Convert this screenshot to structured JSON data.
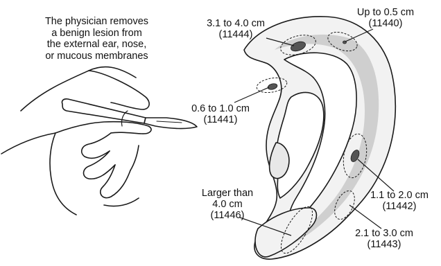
{
  "caption": {
    "line1": "The physician removes",
    "line2": "a benign lesion from",
    "line3": "the external ear, nose,",
    "line4": "or mucous membranes"
  },
  "lesions": [
    {
      "size": "Up to 0.5 cm",
      "code": "(11440)"
    },
    {
      "size": "3.1 to 4.0 cm",
      "code": "(11444)"
    },
    {
      "size": "0.6 to 1.0 cm",
      "code": "(11441)"
    },
    {
      "size": "1.1 to 2.0 cm",
      "code": "(11442)"
    },
    {
      "size": "Larger than",
      "size2": "4.0 cm",
      "code": "(11446)"
    },
    {
      "size": "2.1 to 3.0 cm",
      "code": "(11443)"
    }
  ],
  "colors": {
    "ear_fill": "#f2f2f2",
    "ear_shade": "#cfcfcf",
    "lesion_fill": "#555555",
    "line": "#1a1a1a"
  }
}
